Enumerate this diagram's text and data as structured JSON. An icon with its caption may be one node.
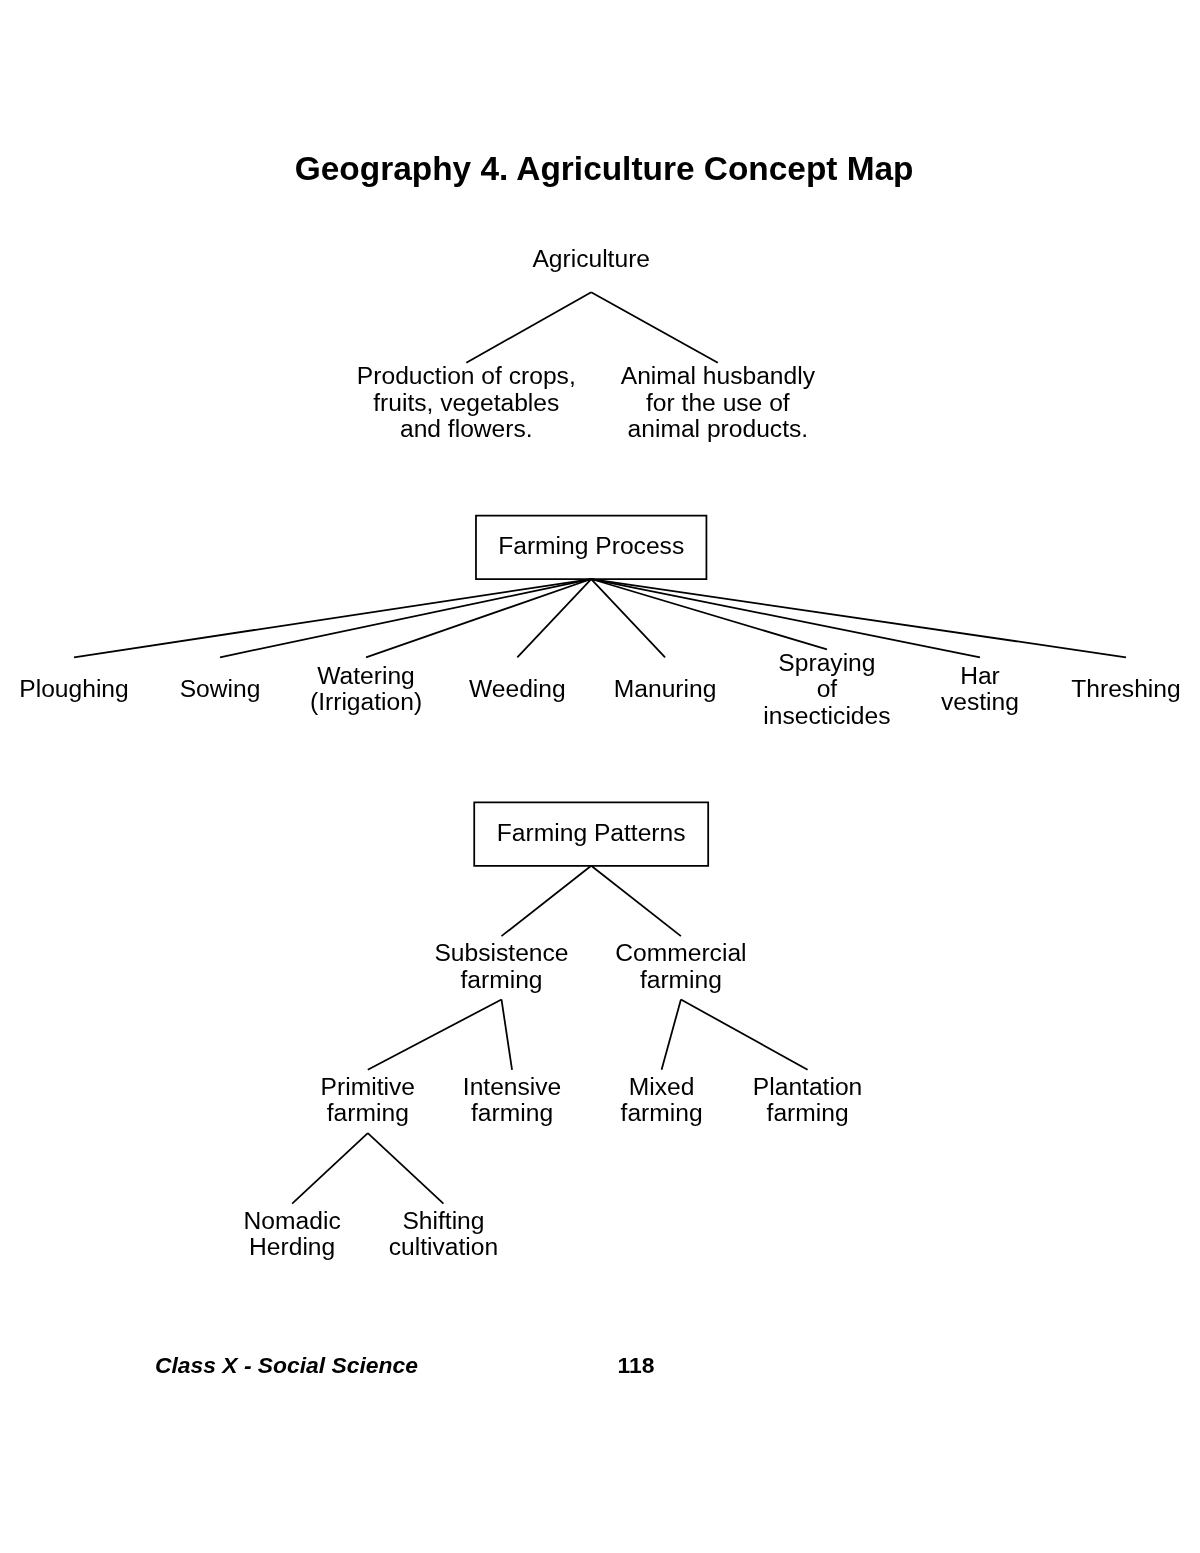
{
  "diagram": {
    "title": "Geography 4. Agriculture Concept Map",
    "nodes": [
      {
        "text": [
          "Agriculture"
        ]
      },
      {
        "text": [
          "Production of crops, fruits, vegetables and flowers."
        ]
      },
      {
        "text": [
          "Animal husbandly for the use of animal products."
        ]
      },
      {
        "text": [
          "Farming Process"
        ]
      },
      {
        "text": [
          "Ploughing"
        ]
      },
      {
        "text": [
          "Sowing"
        ]
      },
      {
        "text": [
          "Watering (Irrigation)"
        ]
      },
      {
        "text": [
          "Weeding"
        ]
      },
      {
        "text": [
          "Manuring"
        ]
      },
      {
        "text": [
          "Spraying of insecticides"
        ]
      },
      {
        "text": [
          "Har vesting"
        ]
      },
      {
        "text": [
          "Threshing"
        ]
      },
      {
        "text": [
          "Farming Patterns"
        ]
      },
      {
        "text": [
          "Subsistence farming"
        ]
      },
      {
        "text": [
          "Commercial farming"
        ]
      },
      {
        "text": [
          "Primitive farming"
        ]
      },
      {
        "text": [
          "Intensive farming"
        ]
      },
      {
        "text": [
          "Mixed farming"
        ]
      },
      {
        "text": [
          "Plantation farming"
        ]
      },
      {
        "text": [
          "Nomadic Herding"
        ]
      },
      {
        "text": [
          "Shifting cultivation"
        ]
      }
    ],
    "edges": [
      {
        "from": 0,
        "to": 1,
        "arrow": "none"
      },
      {
        "from": 0,
        "to": 2,
        "arrow": "none"
      },
      {
        "from": 3,
        "to": 4,
        "arrow": "none"
      },
      {
        "from": 3,
        "to": 5,
        "arrow": "none"
      },
      {
        "from": 3,
        "to": 6,
        "arrow": "none"
      },
      {
        "from": 3,
        "to": 7,
        "arrow": "none"
      },
      {
        "from": 3,
        "to": 8,
        "arrow": "none"
      },
      {
        "from": 3,
        "to": 9,
        "arrow": "none"
      },
      {
        "from": 3,
        "to": 10,
        "arrow": "none"
      },
      {
        "from": 3,
        "to": 11,
        "arrow": "none"
      },
      {
        "from": 12,
        "to": 13,
        "arrow": "none"
      },
      {
        "from": 12,
        "to": 14,
        "arrow": "none"
      },
      {
        "from": 13,
        "to": 15,
        "arrow": "none"
      },
      {
        "from": 13,
        "to": 16,
        "arrow": "none"
      },
      {
        "from": 14,
        "to": 17,
        "arrow": "none"
      },
      {
        "from": 14,
        "to": 18,
        "arrow": "none"
      },
      {
        "from": 15,
        "to": 19,
        "arrow": "none"
      },
      {
        "from": 15,
        "to": 20,
        "arrow": "none"
      }
    ],
    "labels": [
      "Class X - Social Science",
      "118"
    ]
  }
}
